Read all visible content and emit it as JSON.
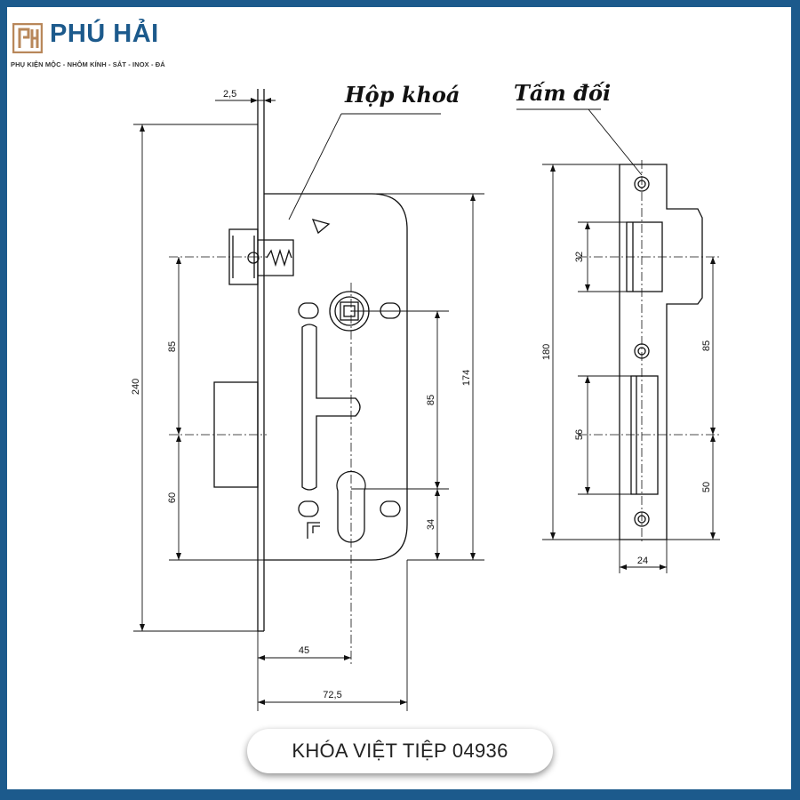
{
  "brand": {
    "name": "PHÚ HẢI",
    "tagline": "PHỤ KIỆN MỘC - NHÔM KÍNH - SẮT - INOX - ĐÁ",
    "color": "#1c5a8c"
  },
  "diagram": {
    "lock_body_label": "Hộp khoá",
    "strike_plate_label": "Tấm đối",
    "lock_dims": {
      "faceplate_thickness": "2,5",
      "faceplate_height": "240",
      "upper_spacing": "85",
      "lower_spacing": "60",
      "body_height": "174",
      "handle_to_cylinder": "85",
      "cylinder_to_bottom": "34",
      "backset": "45",
      "body_depth": "72,5"
    },
    "strike_dims": {
      "height": "180",
      "upper_opening": "32",
      "lower_opening": "56",
      "upper_spacing": "85",
      "lower_spacing": "50",
      "width": "24"
    }
  },
  "caption": "KHÓA VIỆT TIỆP 04936",
  "colors": {
    "frame": "#1c5a8c",
    "line": "#111111",
    "background": "#ffffff"
  }
}
